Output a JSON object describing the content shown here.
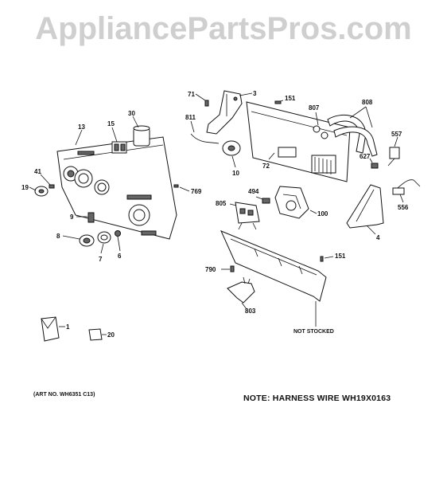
{
  "watermark": "AppliancePartsPros.com",
  "parts": {
    "p71": "71",
    "p3": "3",
    "p151a": "151",
    "p807": "807",
    "p808": "808",
    "p811": "811",
    "p30": "30",
    "p15": "15",
    "p13": "13",
    "p10": "10",
    "p72": "72",
    "p557": "557",
    "p627": "627",
    "p41": "41",
    "p19": "19",
    "p769": "769",
    "p494": "494",
    "p805": "805",
    "p100": "100",
    "p556": "556",
    "p9": "9",
    "p4": "4",
    "p8": "8",
    "p6": "6",
    "p7": "7",
    "p151b": "151",
    "p790": "790",
    "p803": "803",
    "p1": "1",
    "p20": "20"
  },
  "not_stocked": "NOT STOCKED",
  "art_no": "(ART NO. WH6351 C13)",
  "note": "NOTE: HARNESS WIRE WH19X0163"
}
